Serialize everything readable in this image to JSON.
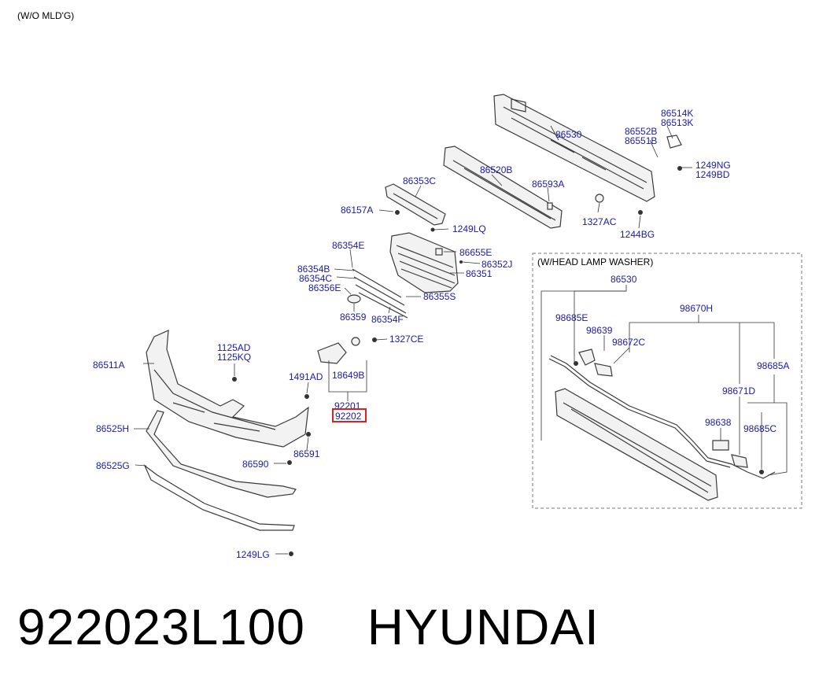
{
  "header": {
    "variant_note": "(W/O MLD'G)"
  },
  "inset": {
    "title": "(W/HEAD LAMP WASHER)"
  },
  "highlighted_part": "92202",
  "labels": {
    "p86514K": "86514K",
    "p86513K": "86513K",
    "p86530": "86530",
    "p86552B": "86552B",
    "p86551B": "86551B",
    "p1249NG": "1249NG",
    "p1249BD": "1249BD",
    "p86520B": "86520B",
    "p86593A": "86593A",
    "p86353C": "86353C",
    "p1327AC": "1327AC",
    "p86157A": "86157A",
    "p1244BG": "1244BG",
    "p1249LQ": "1249LQ",
    "p86354E": "86354E",
    "p86655E": "86655E",
    "p86352J": "86352J",
    "p86354B": "86354B",
    "p86351": "86351",
    "p86354C": "86354C",
    "p86356E": "86356E",
    "p86355S": "86355S",
    "p86359": "86359",
    "p86354F": "86354F",
    "p1327CE": "1327CE",
    "p1125AD": "1125AD",
    "p1125KQ": "1125KQ",
    "p86511A": "86511A",
    "p1491AD": "1491AD",
    "p18649B": "18649B",
    "p92201": "92201",
    "p92202": "92202",
    "p86525H": "86525H",
    "p86591": "86591",
    "p86590": "86590",
    "p86525G": "86525G",
    "p1249LG": "1249LG",
    "w86530": "86530",
    "w98685E": "98685E",
    "w98670H": "98670H",
    "w98639": "98639",
    "w98672C": "98672C",
    "w98685A": "98685A",
    "w98671D": "98671D",
    "w98638": "98638",
    "w98685C": "98685C"
  },
  "footer": {
    "part_number": "922023L100",
    "brand": "HYUNDAI"
  },
  "colors": {
    "label": "#1a1aa6",
    "highlight": "#e02020",
    "line": "#333333"
  }
}
